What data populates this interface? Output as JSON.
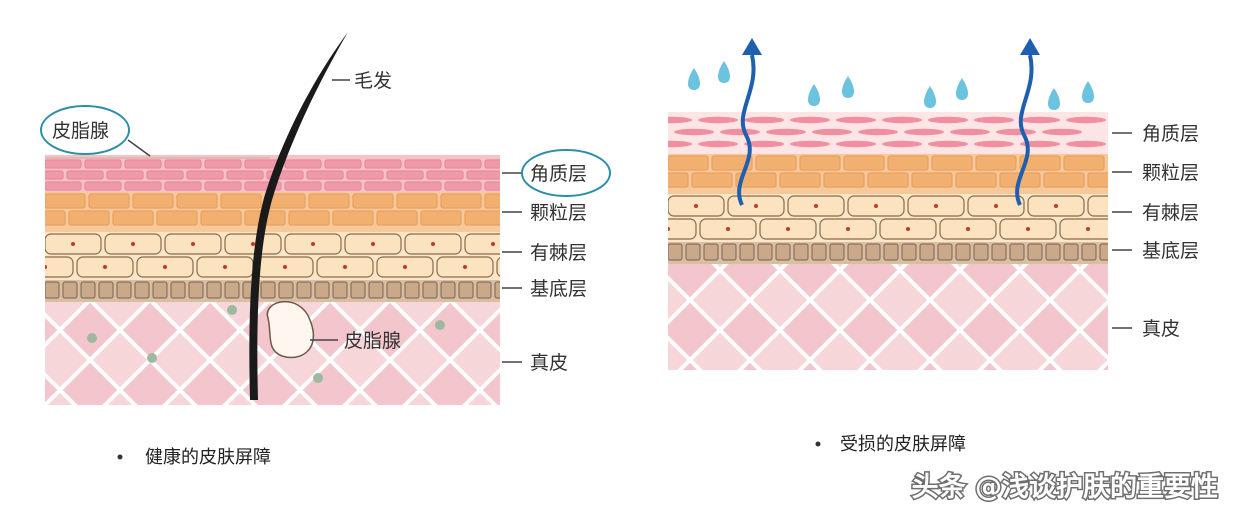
{
  "left_diagram": {
    "labels": {
      "hair": "毛发",
      "sebaceous_top": "皮脂腺",
      "stratum_corneum": "角质层",
      "stratum_granulosum": "颗粒层",
      "stratum_spinosum": "有棘层",
      "stratum_basale": "基底层",
      "sebaceous_gland": "皮脂腺",
      "dermis": "真皮"
    },
    "caption": "健康的皮肤屏障"
  },
  "right_diagram": {
    "labels": {
      "stratum_corneum": "角质层",
      "stratum_granulosum": "颗粒层",
      "stratum_spinosum": "有棘层",
      "stratum_basale": "基底层",
      "dermis": "真皮"
    },
    "caption": "受损的皮肤屏障"
  },
  "watermark": "头条 @浅谈护肤的重要性",
  "colors": {
    "corneum": "#ef9aa8",
    "granulosum": "#f2b88a",
    "spinosum": "#f8d9b0",
    "basale": "#c8a88a",
    "dermis": "#f7d8dc",
    "hair": "#1a1a1a",
    "water": "#6cc3e0",
    "arrow": "#1f5fb0",
    "circle": "#2a8fa8"
  }
}
